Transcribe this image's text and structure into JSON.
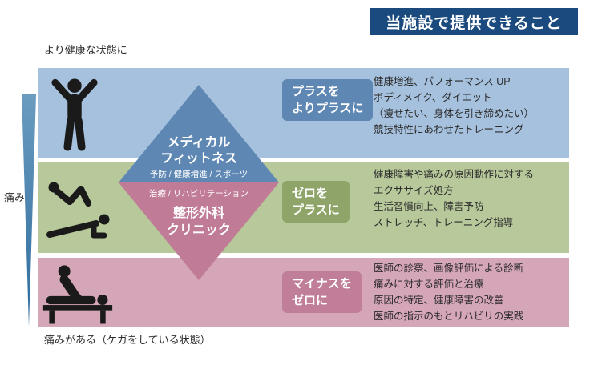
{
  "colors": {
    "header-bg": "#1b4a7e",
    "band-blue": "#a6c1dd",
    "band-green": "#b7c89a",
    "band-pink": "#d5a5b8",
    "diamond-blue": "#5e88b3",
    "diamond-pink": "#c07b96",
    "tag-blue": "#5e88b3",
    "tag-green": "#8ea468",
    "tag-pink": "#c17e99",
    "arrow-top": "#6b9cc0",
    "arrow-bottom": "#2d6b9c",
    "icon-black": "#1a1a1a",
    "text-dark": "#2b2b2b"
  },
  "header": {
    "title": "当施設で提供できること"
  },
  "axis": {
    "top_label": "より健康な状態に",
    "bottom_label": "痛みがある（ケガをしている状態）",
    "arrow_label": "痛み"
  },
  "diamond": {
    "medical_fitness_line1": "メディカル",
    "medical_fitness_line2": "フィットネス",
    "fitness_scope": "予防 / 健康増進 / スポーツ",
    "clinic_scope": "治療 / リハビリテーション",
    "clinic_line1": "整形外科",
    "clinic_line2": "クリニック"
  },
  "bands": [
    {
      "icon": "cheering-person-icon",
      "tag_line1": "プラスを",
      "tag_line2": "よりプラスに",
      "lines": [
        "健康増進、パフォーマンス UP",
        "ボディメイク、ダイエット",
        "（痩せたい、身体を引き締めたい）",
        "競技特性にあわせたトレーニング"
      ]
    },
    {
      "icon": "situp-person-icon / plank-person-icon",
      "tag_line1": "ゼロを",
      "tag_line2": "プラスに",
      "lines": [
        "健康障害や痛みの原因動作に対する",
        "エクササイズ処方",
        "生活習慣向上、障害予防",
        "ストレッチ、トレーニング指導"
      ]
    },
    {
      "icon": "massage-treatment-icon",
      "tag_line1": "マイナスを",
      "tag_line2": "ゼロに",
      "lines": [
        "医師の診察、画像評価による診断",
        "痛みに対する評価と治療",
        "原因の特定、健康障害の改善",
        "医師の指示のもとリハビリの実践"
      ]
    }
  ]
}
